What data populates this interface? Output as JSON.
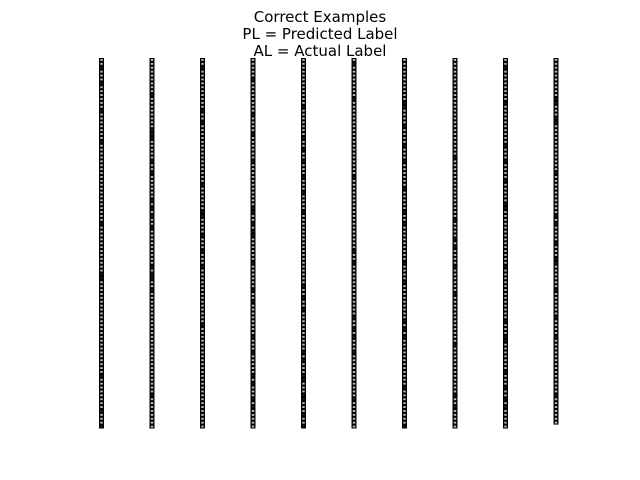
{
  "figure": {
    "title_lines": [
      "Correct Examples",
      "PL = Predicted Label",
      "AL = Actual Label"
    ]
  },
  "chart_data": {
    "type": "image-grid",
    "title": "Correct Examples\nPL = Predicted Label\nAL = Actual Label",
    "columns": 10,
    "strip_thumbnail_counts": [
      95,
      95,
      95,
      95,
      95,
      95,
      95,
      95,
      95,
      94
    ],
    "colors": {
      "thumbnail_border": "#000000",
      "thumbnail_fill": "#c9b8a8",
      "thumbnail_dark": "#1a1a1a",
      "background": "#ffffff"
    }
  }
}
